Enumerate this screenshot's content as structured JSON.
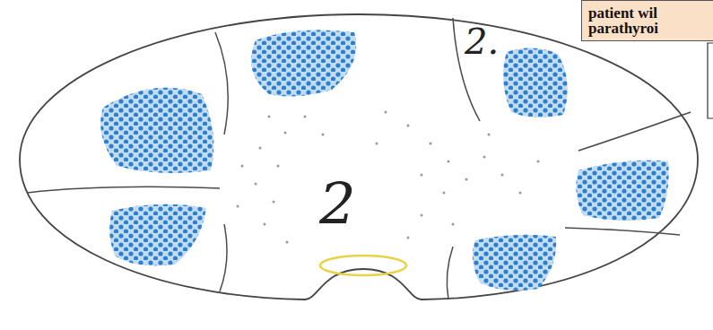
{
  "diagram": {
    "nodes": [
      {
        "text": [
          "patient wil parathyroi"
        ]
      }
    ],
    "labels": [
      "2.",
      "2"
    ]
  }
}
